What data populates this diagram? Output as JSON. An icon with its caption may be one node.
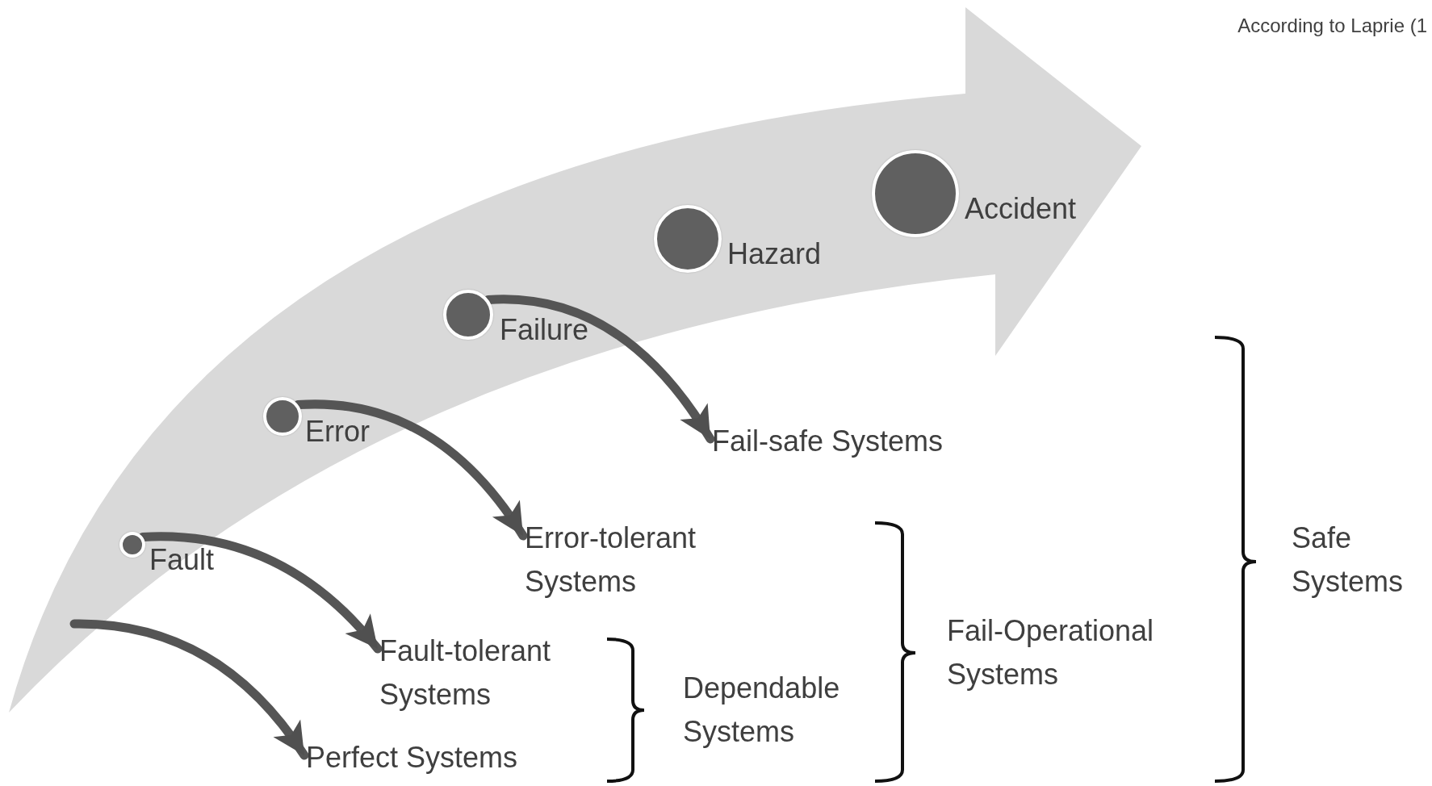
{
  "diagram": {
    "nodes": [
      {
        "text": [
          "Fault"
        ]
      },
      {
        "text": [
          "Error"
        ]
      },
      {
        "text": [
          "Failure"
        ]
      },
      {
        "text": [
          "Hazard"
        ]
      },
      {
        "text": [
          "Accident"
        ]
      },
      {
        "text": [
          "Fail-safe Systems"
        ]
      },
      {
        "text": [
          "Error-tolerant Systems"
        ]
      },
      {
        "text": [
          "Fault-tolerant Systems"
        ]
      },
      {
        "text": [
          "Perfect Systems"
        ]
      },
      {
        "text": [
          "Dependable Systems"
        ]
      },
      {
        "text": [
          "Fail-Operational Systems"
        ]
      },
      {
        "text": [
          "Safe Systems"
        ]
      }
    ],
    "edges": [
      {
        "from": 2,
        "to": 5,
        "arrow": "to"
      },
      {
        "from": 1,
        "to": 6,
        "arrow": "to"
      },
      {
        "from": 0,
        "to": 7,
        "arrow": "to"
      },
      {
        "from": null,
        "to": 8,
        "arrow": "to"
      }
    ],
    "labels": [
      "According to Laprie (1"
    ]
  }
}
